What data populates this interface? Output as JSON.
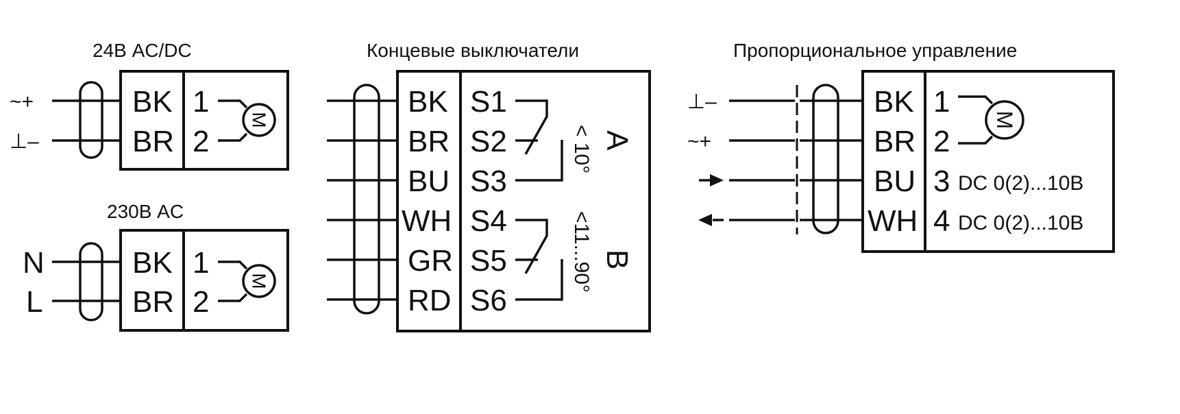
{
  "colors": {
    "ink": "#111111",
    "background": "#ffffff"
  },
  "diagram_24v": {
    "title": "24В AC/DC",
    "inputs": [
      "~+",
      "⊥–"
    ],
    "wires": [
      "BK",
      "BR"
    ],
    "pins": [
      "1",
      "2"
    ],
    "motor_symbol": "M"
  },
  "diagram_230v": {
    "title": "230В AC",
    "inputs": [
      "N",
      "L"
    ],
    "wires": [
      "BK",
      "BR"
    ],
    "pins": [
      "1",
      "2"
    ],
    "motor_symbol": "M"
  },
  "diagram_limit": {
    "title": "Концевые выключатели",
    "wires": [
      "BK",
      "BR",
      "BU",
      "WH",
      "GR",
      "RD"
    ],
    "pins": [
      "S1",
      "S2",
      "S3",
      "S4",
      "S5",
      "S6"
    ],
    "switch_a": {
      "label": "A",
      "angle": "< 10°"
    },
    "switch_b": {
      "label": "B",
      "angle": "<11...90°"
    }
  },
  "diagram_prop": {
    "title": "Пропорциональное управление",
    "inputs": [
      "⊥–",
      "~+"
    ],
    "wires": [
      "BK",
      "BR",
      "BU",
      "WH"
    ],
    "pins": [
      "1",
      "2",
      "3",
      "4"
    ],
    "signal_labels": [
      "DC 0(2)...10В",
      "DC 0(2)...10В"
    ],
    "motor_symbol": "M"
  }
}
